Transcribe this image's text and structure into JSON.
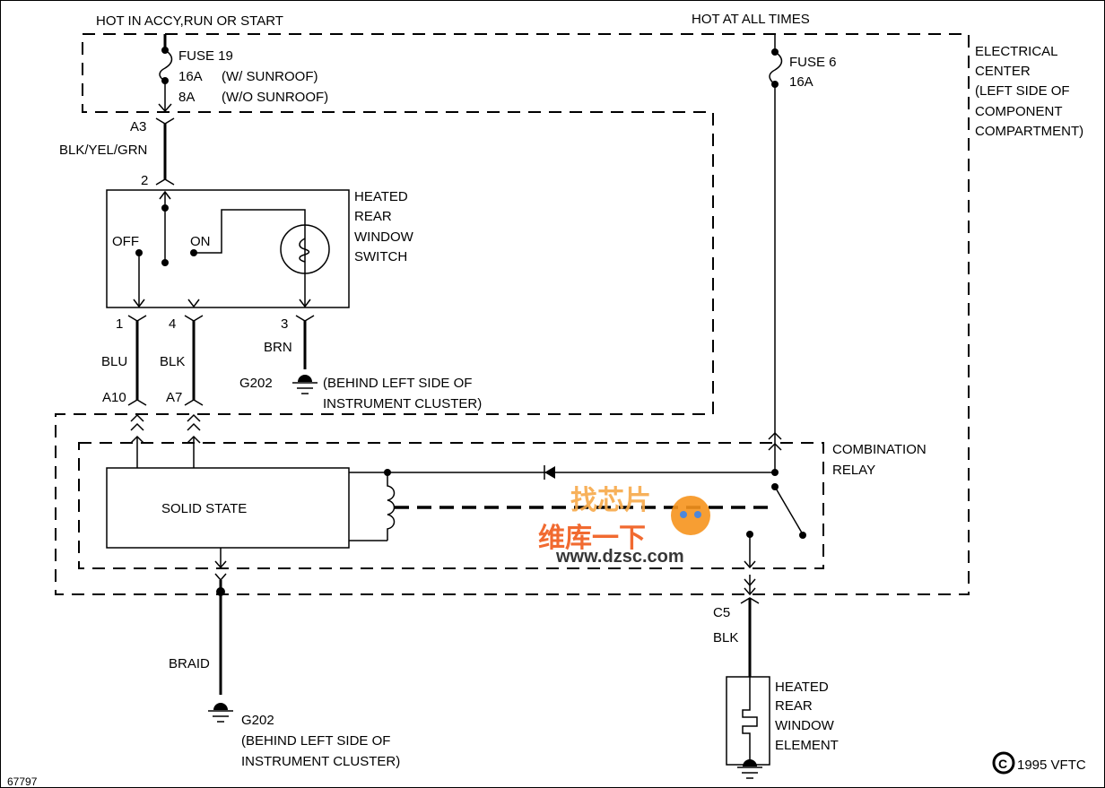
{
  "power": {
    "accy_label": "HOT IN ACCY,RUN OR START",
    "always_label": "HOT AT ALL TIMES"
  },
  "fuse19": {
    "name": "FUSE 19",
    "rating1": "16A",
    "note1": "(W/ SUNROOF)",
    "rating2": "8A",
    "note2": "(W/O SUNROOF)"
  },
  "fuse6": {
    "name": "FUSE 6",
    "rating": "16A"
  },
  "electrical_center": [
    "ELECTRICAL",
    "CENTER",
    "(LEFT SIDE OF",
    "COMPONENT",
    "COMPARTMENT)"
  ],
  "connectors": {
    "a3": "A3",
    "pin2": "2",
    "pin1": "1",
    "pin4": "4",
    "pin3": "3",
    "a10": "A10",
    "a7": "A7",
    "c5": "C5"
  },
  "wires": {
    "feed": "BLK/YEL/GRN",
    "blu": "BLU",
    "blk": "BLK",
    "brn": "BRN",
    "braid": "BRAID",
    "blk2": "BLK"
  },
  "switch": {
    "title": [
      "HEATED",
      "REAR",
      "WINDOW",
      "SWITCH"
    ],
    "off": "OFF",
    "on": "ON"
  },
  "ground_top": {
    "id": "G202",
    "loc1": "(BEHIND LEFT SIDE OF",
    "loc2": "INSTRUMENT CLUSTER)"
  },
  "ground_bottom": {
    "id": "G202",
    "loc1": "(BEHIND LEFT SIDE OF",
    "loc2": "INSTRUMENT CLUSTER)"
  },
  "relay": {
    "title": [
      "COMBINATION",
      "RELAY"
    ],
    "solid_state": "SOLID STATE"
  },
  "element": {
    "title": [
      "HEATED",
      "REAR",
      "WINDOW",
      "ELEMENT"
    ]
  },
  "footer": {
    "figure_id": "67797",
    "copyright": "1995 VFTC",
    "copyright_symbol": "C"
  },
  "watermark": {
    "line1": "找芯片",
    "line2": "维库一下",
    "url": "www.dzsc.com"
  }
}
